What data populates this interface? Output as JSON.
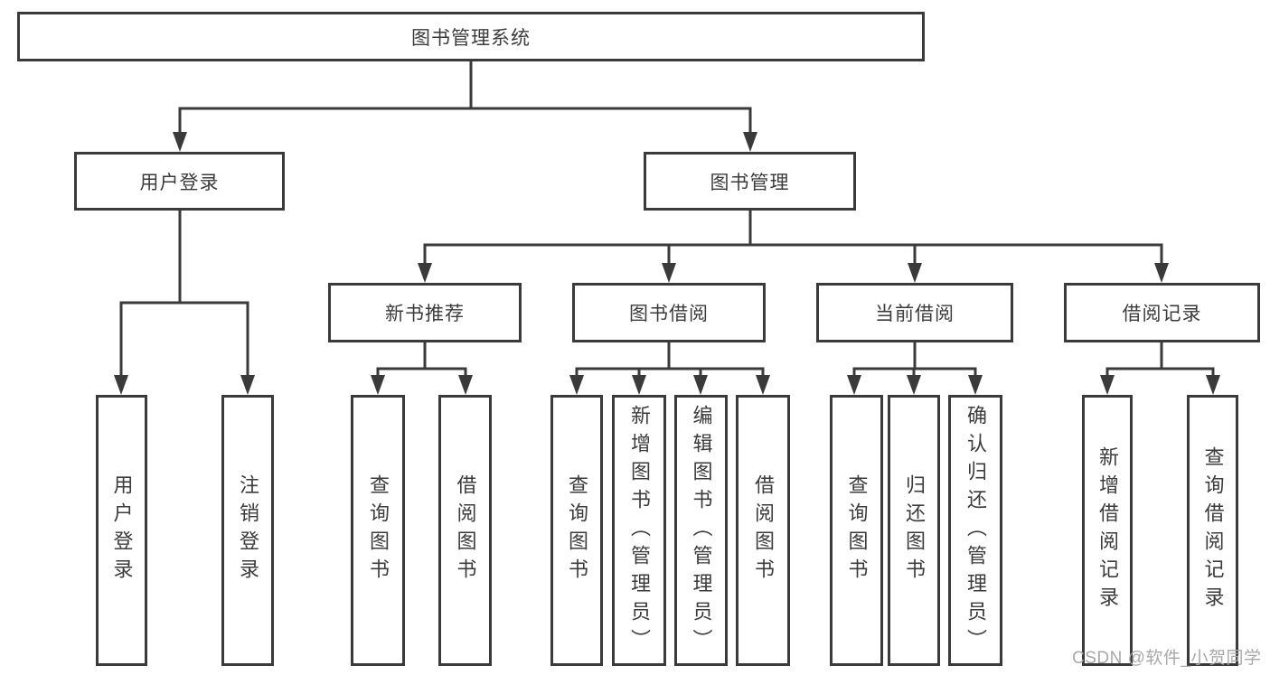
{
  "tree": {
    "root": {
      "label": "图书管理系统"
    },
    "children": [
      {
        "label": "用户登录",
        "children": [
          {
            "label": "用户登录"
          },
          {
            "label": "注销登录"
          }
        ]
      },
      {
        "label": "图书管理",
        "children": [
          {
            "label": "新书推荐",
            "children": [
              {
                "label": "查询图书"
              },
              {
                "label": "借阅图书"
              }
            ]
          },
          {
            "label": "图书借阅",
            "children": [
              {
                "label": "查询图书"
              },
              {
                "label": "新增图书（管理员）"
              },
              {
                "label": "编辑图书（管理员）"
              },
              {
                "label": "借阅图书"
              }
            ]
          },
          {
            "label": "当前借阅",
            "children": [
              {
                "label": "查询图书"
              },
              {
                "label": "归还图书"
              },
              {
                "label": "确认归还（管理员）"
              }
            ]
          },
          {
            "label": "借阅记录",
            "children": [
              {
                "label": "新增借阅记录"
              },
              {
                "label": "查询借阅记录"
              }
            ]
          }
        ]
      }
    ]
  },
  "watermark": {
    "text": "CSDN @软件_小贺同学"
  },
  "colors": {
    "line": "#3a3a3a",
    "box_border": "#3a3a3a",
    "text": "#3b3b3b",
    "watermark": "#a8a8a8",
    "background": "#ffffff"
  }
}
